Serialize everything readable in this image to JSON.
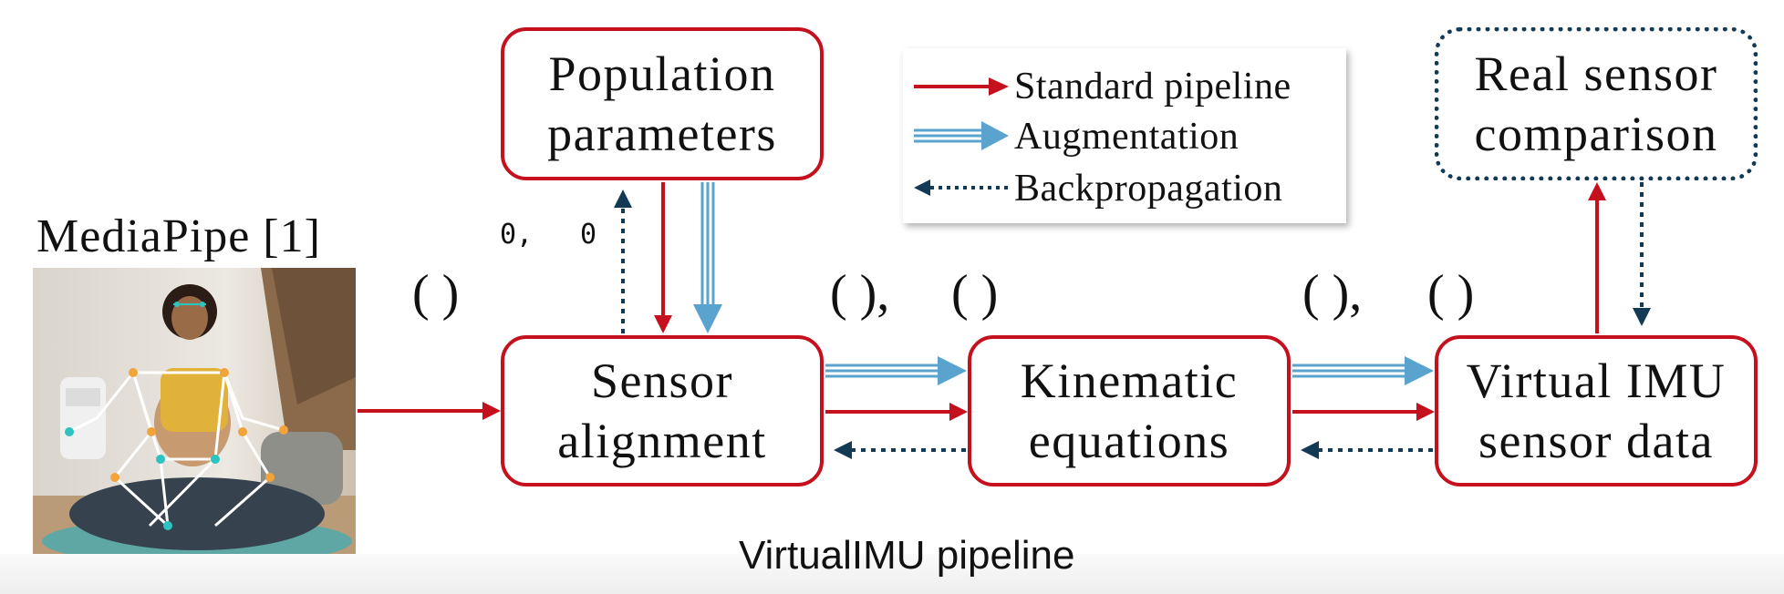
{
  "image_source_label": "MediaPipe [1]",
  "boxes": {
    "population": {
      "line1": "Population",
      "line2": "parameters"
    },
    "sensor_alignment": {
      "line1": "Sensor",
      "line2": "alignment"
    },
    "kinematic": {
      "line1": "Kinematic",
      "line2": "equations"
    },
    "virtual_imu": {
      "line1": "Virtual IMU",
      "line2": "sensor data"
    },
    "real_sensor": {
      "line1": "Real sensor",
      "line2": "comparison"
    }
  },
  "legend": {
    "standard": "Standard pipeline",
    "augmentation": "Augmentation",
    "backprop": "Backpropagation"
  },
  "symbols": {
    "theta0": "0",
    "comma_sep": ",",
    "phi0": "0",
    "paren_a": "(  )",
    "paren_b1": "(  ),",
    "paren_b2": "(  )",
    "paren_c1": "(  ),",
    "paren_c2": "(  )"
  },
  "pipeline_title": "VirtualIMU pipeline",
  "colors": {
    "standard": "#c5101e",
    "augmentation": "#5ba3cf",
    "backprop": "#123a55"
  }
}
